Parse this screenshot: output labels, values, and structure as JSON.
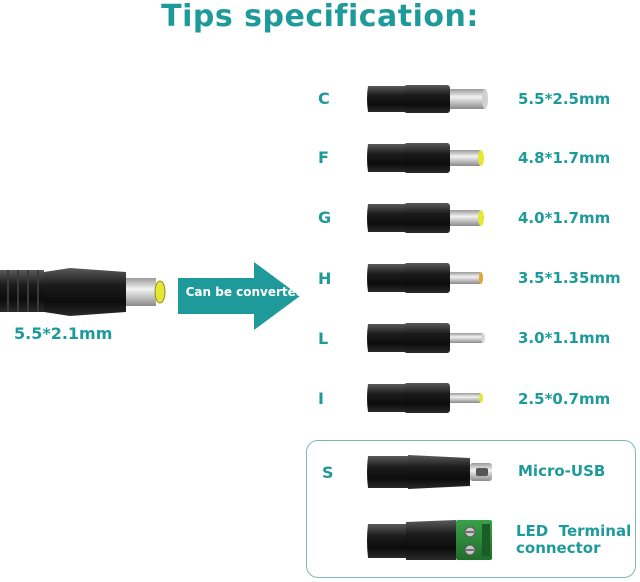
{
  "title": "Tips specification:",
  "source": {
    "size": "5.5*2.1mm"
  },
  "arrow": {
    "label": "Can be converted"
  },
  "tips": [
    {
      "letter": "C",
      "size": "5.5*2.5mm"
    },
    {
      "letter": "F",
      "size": "4.8*1.7mm"
    },
    {
      "letter": "G",
      "size": "4.0*1.7mm"
    },
    {
      "letter": "H",
      "size": "3.5*1.35mm"
    },
    {
      "letter": "L",
      "size": "3.0*1.1mm"
    },
    {
      "letter": "I",
      "size": "2.5*0.7mm"
    }
  ],
  "special": {
    "letter": "S",
    "usb_label": "Micro-USB",
    "led_label_1": "LED  Terminal",
    "led_label_2": "connector"
  },
  "colors": {
    "accent": "#1f9a9a",
    "box_border": "#7fb9b1",
    "terminal": "#2e8b3e"
  }
}
